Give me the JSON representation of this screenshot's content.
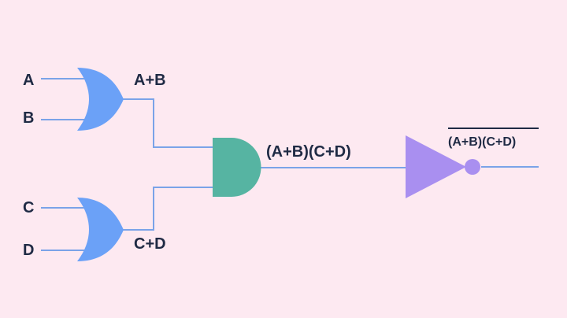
{
  "diagram": {
    "inputs": [
      "A",
      "B",
      "C",
      "D"
    ],
    "gates": {
      "or_top": {
        "type": "OR",
        "output_label": "A+B"
      },
      "or_bottom": {
        "type": "OR",
        "output_label": "C+D"
      },
      "and": {
        "type": "AND",
        "output_label": "(A+B)(C+D)"
      },
      "not": {
        "type": "NOT",
        "output_label": "(A+B)(C+D)",
        "label_overline": true
      }
    },
    "colors": {
      "background": "#fde9f1",
      "or_gate": "#6ba1f7",
      "and_gate": "#56b4a2",
      "not_gate": "#a98ff0",
      "wire": "#7aa3e8",
      "label_text": "#1f2a44"
    }
  }
}
